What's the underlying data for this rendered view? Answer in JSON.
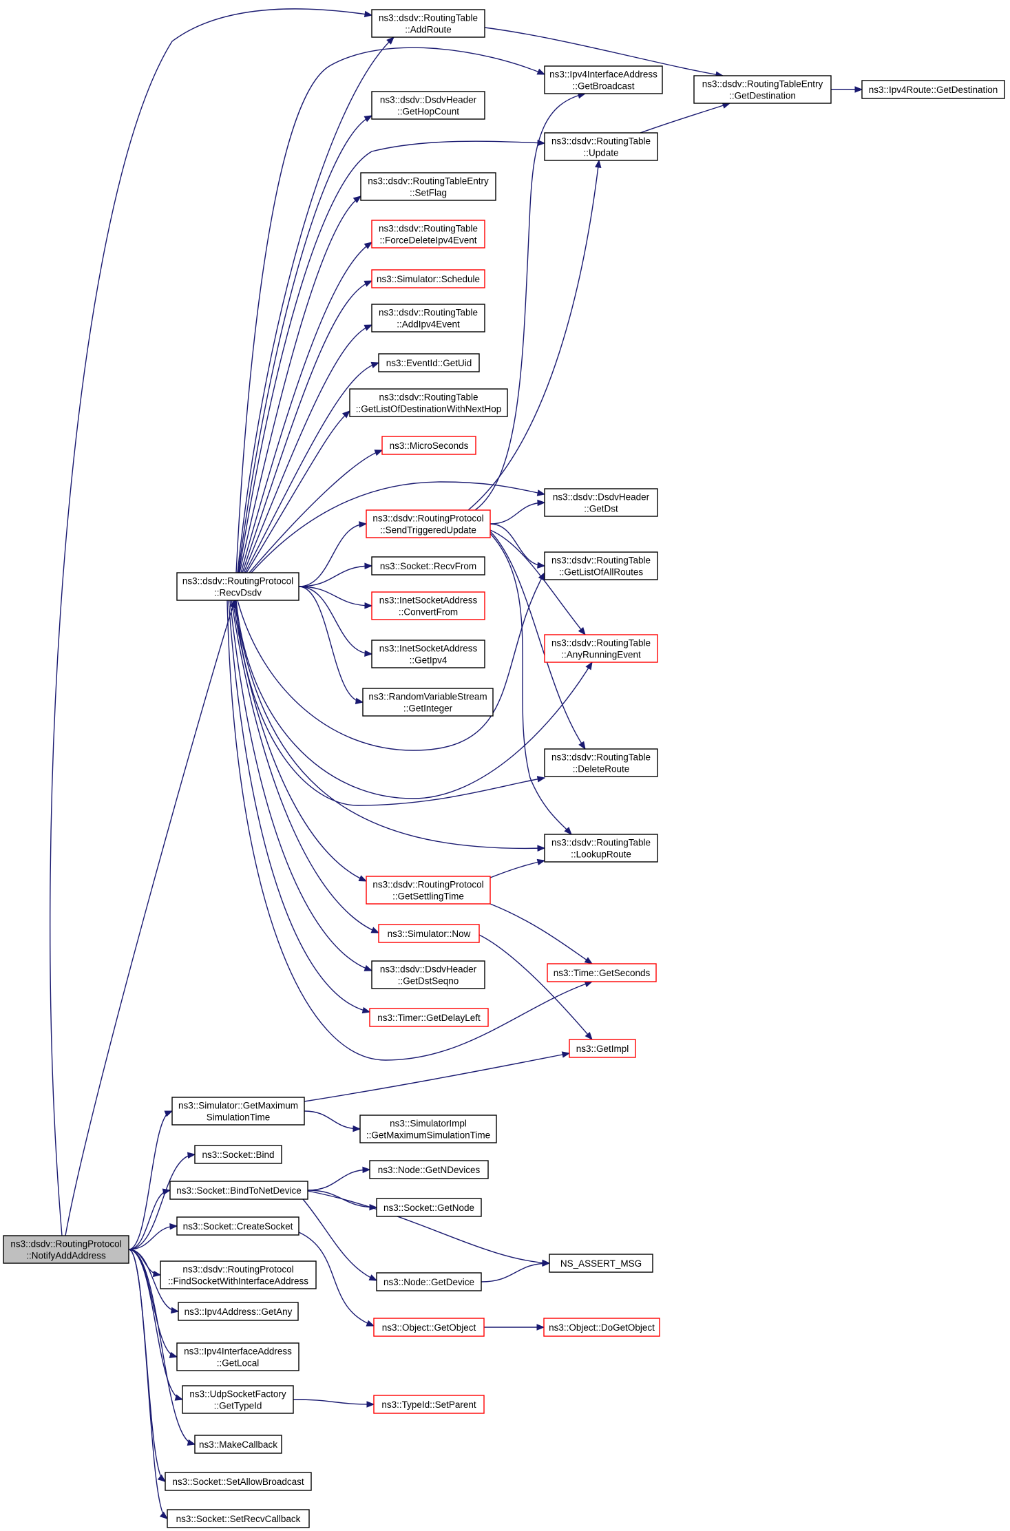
{
  "colors": {
    "edge": "#191970",
    "border_default": "#000000",
    "border_incomplete": "#ff0000",
    "root_fill": "#bfbfbf"
  },
  "nodes": [
    {
      "id": "notify",
      "lines": [
        "ns3::dsdv::RoutingProtocol",
        "::NotifyAddAddress"
      ],
      "kind": "root"
    },
    {
      "id": "recvdsdv",
      "lines": [
        "ns3::dsdv::RoutingProtocol",
        "::RecvDsdv"
      ],
      "kind": "normal"
    },
    {
      "id": "addroute",
      "lines": [
        "ns3::dsdv::RoutingTable",
        "::AddRoute"
      ],
      "kind": "normal"
    },
    {
      "id": "getbroadcast",
      "lines": [
        "ns3::Ipv4InterfaceAddress",
        "::GetBroadcast"
      ],
      "kind": "normal"
    },
    {
      "id": "rtegetdest",
      "lines": [
        "ns3::dsdv::RoutingTableEntry",
        "::GetDestination"
      ],
      "kind": "normal"
    },
    {
      "id": "ipv4routegetdest",
      "lines": [
        "ns3::Ipv4Route::GetDestination"
      ],
      "kind": "normal"
    },
    {
      "id": "gethopcount",
      "lines": [
        "ns3::dsdv::DsdvHeader",
        "::GetHopCount"
      ],
      "kind": "normal"
    },
    {
      "id": "rtupdate",
      "lines": [
        "ns3::dsdv::RoutingTable",
        "::Update"
      ],
      "kind": "normal"
    },
    {
      "id": "setflag",
      "lines": [
        "ns3::dsdv::RoutingTableEntry",
        "::SetFlag"
      ],
      "kind": "normal"
    },
    {
      "id": "forcedelete",
      "lines": [
        "ns3::dsdv::RoutingTable",
        "::ForceDeleteIpv4Event"
      ],
      "kind": "incomplete"
    },
    {
      "id": "schedule",
      "lines": [
        "ns3::Simulator::Schedule"
      ],
      "kind": "incomplete"
    },
    {
      "id": "addipv4event",
      "lines": [
        "ns3::dsdv::RoutingTable",
        "::AddIpv4Event"
      ],
      "kind": "normal"
    },
    {
      "id": "getuid",
      "lines": [
        "ns3::EventId::GetUid"
      ],
      "kind": "normal"
    },
    {
      "id": "getlistnexthop",
      "lines": [
        "ns3::dsdv::RoutingTable",
        "::GetListOfDestinationWithNextHop"
      ],
      "kind": "normal"
    },
    {
      "id": "microseconds",
      "lines": [
        "ns3::MicroSeconds"
      ],
      "kind": "incomplete"
    },
    {
      "id": "getdst",
      "lines": [
        "ns3::dsdv::DsdvHeader",
        "::GetDst"
      ],
      "kind": "normal"
    },
    {
      "id": "sendtriggered",
      "lines": [
        "ns3::dsdv::RoutingProtocol",
        "::SendTriggeredUpdate"
      ],
      "kind": "incomplete"
    },
    {
      "id": "recvfrom",
      "lines": [
        "ns3::Socket::RecvFrom"
      ],
      "kind": "normal"
    },
    {
      "id": "getlistall",
      "lines": [
        "ns3::dsdv::RoutingTable",
        "::GetListOfAllRoutes"
      ],
      "kind": "normal"
    },
    {
      "id": "convertfrom",
      "lines": [
        "ns3::InetSocketAddress",
        "::ConvertFrom"
      ],
      "kind": "incomplete"
    },
    {
      "id": "anyrunning",
      "lines": [
        "ns3::dsdv::RoutingTable",
        "::AnyRunningEvent"
      ],
      "kind": "incomplete"
    },
    {
      "id": "getipv4",
      "lines": [
        "ns3::InetSocketAddress",
        "::GetIpv4"
      ],
      "kind": "normal"
    },
    {
      "id": "getinteger",
      "lines": [
        "ns3::RandomVariableStream",
        "::GetInteger"
      ],
      "kind": "normal"
    },
    {
      "id": "deleteroute",
      "lines": [
        "ns3::dsdv::RoutingTable",
        "::DeleteRoute"
      ],
      "kind": "normal"
    },
    {
      "id": "lookuproute",
      "lines": [
        "ns3::dsdv::RoutingTable",
        "::LookupRoute"
      ],
      "kind": "normal"
    },
    {
      "id": "getsettling",
      "lines": [
        "ns3::dsdv::RoutingProtocol",
        "::GetSettlingTime"
      ],
      "kind": "incomplete"
    },
    {
      "id": "simnow",
      "lines": [
        "ns3::Simulator::Now"
      ],
      "kind": "incomplete"
    },
    {
      "id": "getseconds",
      "lines": [
        "ns3::Time::GetSeconds"
      ],
      "kind": "incomplete"
    },
    {
      "id": "getdstseqno",
      "lines": [
        "ns3::dsdv::DsdvHeader",
        "::GetDstSeqno"
      ],
      "kind": "normal"
    },
    {
      "id": "getdelayleft",
      "lines": [
        "ns3::Timer::GetDelayLeft"
      ],
      "kind": "incomplete"
    },
    {
      "id": "getimpl",
      "lines": [
        "ns3::GetImpl"
      ],
      "kind": "incomplete"
    },
    {
      "id": "simgetmax",
      "lines": [
        "ns3::Simulator::GetMaximum",
        "SimulationTime"
      ],
      "kind": "normal"
    },
    {
      "id": "simimplgetmax",
      "lines": [
        "ns3::SimulatorImpl",
        "::GetMaximumSimulationTime"
      ],
      "kind": "normal"
    },
    {
      "id": "bind",
      "lines": [
        "ns3::Socket::Bind"
      ],
      "kind": "normal"
    },
    {
      "id": "bindtonet",
      "lines": [
        "ns3::Socket::BindToNetDevice"
      ],
      "kind": "normal"
    },
    {
      "id": "nodegetndev",
      "lines": [
        "ns3::Node::GetNDevices"
      ],
      "kind": "normal"
    },
    {
      "id": "socketgetnode",
      "lines": [
        "ns3::Socket::GetNode"
      ],
      "kind": "normal"
    },
    {
      "id": "createsocket",
      "lines": [
        "ns3::Socket::CreateSocket"
      ],
      "kind": "normal"
    },
    {
      "id": "nsassert",
      "lines": [
        "NS_ASSERT_MSG"
      ],
      "kind": "normal"
    },
    {
      "id": "findsocket",
      "lines": [
        "ns3::dsdv::RoutingProtocol",
        "::FindSocketWithInterfaceAddress"
      ],
      "kind": "normal"
    },
    {
      "id": "nodegetdevice",
      "lines": [
        "ns3::Node::GetDevice"
      ],
      "kind": "normal"
    },
    {
      "id": "getany",
      "lines": [
        "ns3::Ipv4Address::GetAny"
      ],
      "kind": "normal"
    },
    {
      "id": "getobject",
      "lines": [
        "ns3::Object::GetObject"
      ],
      "kind": "incomplete"
    },
    {
      "id": "dogetobject",
      "lines": [
        "ns3::Object::DoGetObject"
      ],
      "kind": "incomplete"
    },
    {
      "id": "getlocal",
      "lines": [
        "ns3::Ipv4InterfaceAddress",
        "::GetLocal"
      ],
      "kind": "normal"
    },
    {
      "id": "udpgettypeid",
      "lines": [
        "ns3::UdpSocketFactory",
        "::GetTypeId"
      ],
      "kind": "normal"
    },
    {
      "id": "setparent",
      "lines": [
        "ns3::TypeId::SetParent"
      ],
      "kind": "incomplete"
    },
    {
      "id": "makecallback",
      "lines": [
        "ns3::MakeCallback"
      ],
      "kind": "normal"
    },
    {
      "id": "setallowbroadcast",
      "lines": [
        "ns3::Socket::SetAllowBroadcast"
      ],
      "kind": "normal"
    },
    {
      "id": "setrecvcallback",
      "lines": [
        "ns3::Socket::SetRecvCallback"
      ],
      "kind": "normal"
    }
  ]
}
